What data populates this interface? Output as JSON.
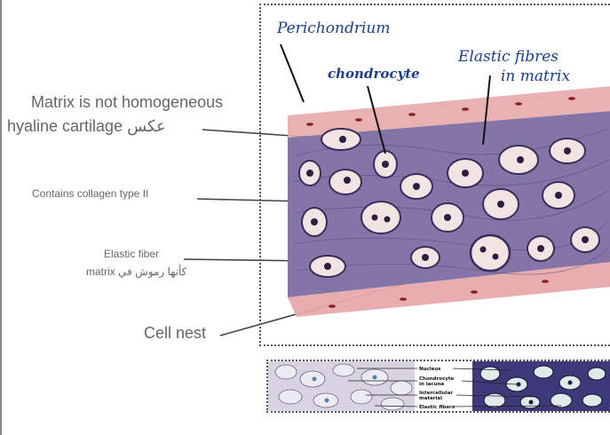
{
  "annotations": {
    "matrix_not_homogeneous": "Matrix is not homogeneous",
    "hyaline_contrast": "عكس hyaline cartilage",
    "collagen_type": "Contains collagen type II",
    "elastic_fiber": "Elastic fiber",
    "elastic_fiber_arabic": "كأنها رموش في matrix",
    "cell_nest": "Cell nest"
  },
  "drawing_labels": {
    "perichondrium": "Perichondrium",
    "chondrocyte": "chondrocyte",
    "elastic_fibres_1": "Elastic fibres",
    "elastic_fibres_2": "in matrix"
  },
  "micrograph_labels": {
    "nucleus": "Nucleus",
    "chondrocyte_1": "Chondrocyte",
    "chondrocyte_2": "in lacuna",
    "intercellular_1": "Intercellular",
    "intercellular_2": "material",
    "elastic_fibers": "Elastic fibers"
  },
  "colors": {
    "ink": "#1a3f8a",
    "perichondrium": "#e7a9aa",
    "matrix": "#7d6fa3",
    "annotation_text": "#666666"
  }
}
